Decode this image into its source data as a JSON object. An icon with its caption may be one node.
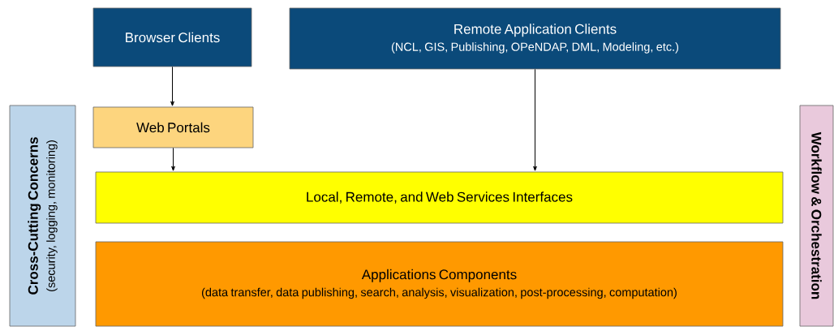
{
  "diagram": {
    "nodes": [
      {
        "text": [
          "Browser Clients"
        ]
      },
      {
        "text": [
          "Remote Application Clients",
          "(NCL, GIS, Publishing, OPeNDAP, DML, Modeling, etc.)"
        ]
      },
      {
        "text": [
          "Web Portals"
        ]
      },
      {
        "text": [
          "Local, Remote, and Web Services Interfaces"
        ]
      },
      {
        "text": [
          "Applications Components",
          "(data transfer, data publishing, search, analysis, visualization, post-processing, computation)"
        ]
      },
      {
        "text": [
          "Cross-Cutting Concerns",
          "(security, logging, monitoring)"
        ]
      },
      {
        "text": [
          "Workflow & Orchestration"
        ]
      }
    ],
    "edges": [
      {
        "from": 0,
        "to": 2,
        "arrow": "to"
      },
      {
        "from": 2,
        "to": 3,
        "arrow": "to"
      },
      {
        "from": 1,
        "to": 3,
        "arrow": "to"
      }
    ]
  }
}
